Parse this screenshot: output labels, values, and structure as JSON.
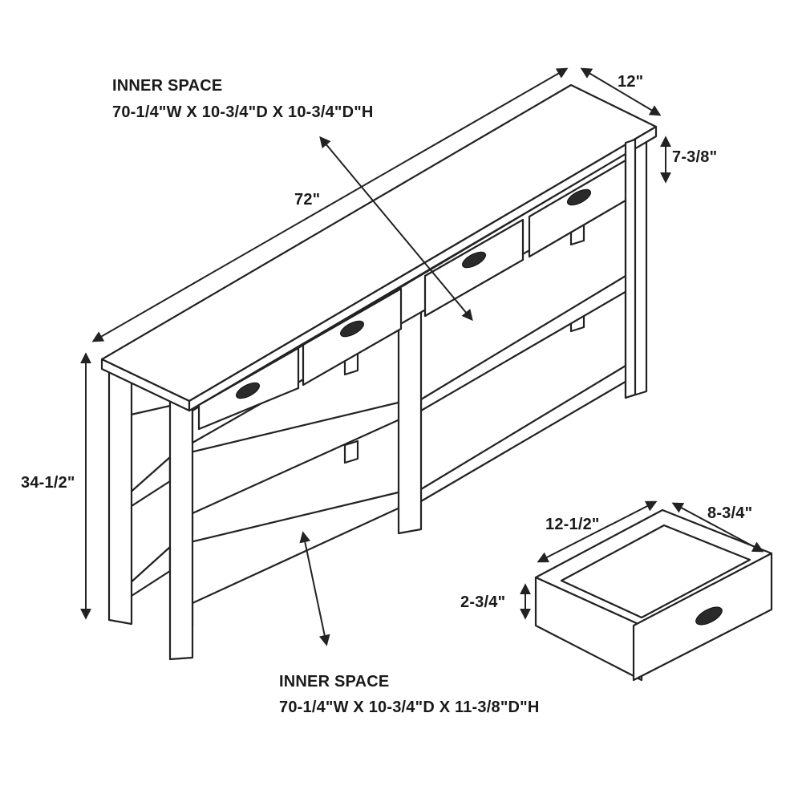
{
  "inner_space_top": {
    "heading": "INNER SPACE",
    "dims": "70-1/4\"W X 10-3/4\"D X 10-3/4\"D\"H"
  },
  "inner_space_bottom": {
    "heading": "INNER SPACE",
    "dims": "70-1/4\"W X 10-3/4\"D X 11-3/8\"D\"H"
  },
  "table_dims": {
    "width": "72\"",
    "depth": "12\"",
    "drawer_height": "7-3/8\"",
    "height": "34-1/2\""
  },
  "drawer_dims": {
    "width": "12-1/2\"",
    "depth": "8-3/4\"",
    "height": "2-3/4\""
  }
}
